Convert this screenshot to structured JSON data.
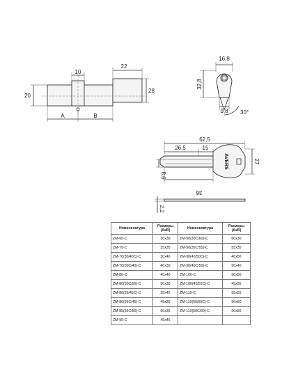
{
  "dimensions": {
    "cyl_10": "10",
    "cyl_22": "22",
    "cyl_28": "28",
    "cyl_20": "20",
    "cyl_a": "A",
    "cyl_b": "B",
    "side_16_8": "16,8",
    "side_32_8": "32,8",
    "side_9_8": "9,8",
    "side_angle": "30°",
    "key_62_5": "62,5",
    "key_26_5": "26,5",
    "key_15": "15",
    "key_27": "27",
    "key_8_6": "8,6",
    "key_36": "36",
    "key_2_2": "2,2",
    "key_brand": "AVERS"
  },
  "table": {
    "headers": [
      "Номенклатура",
      "Размеры (АхВ)",
      "Номенклатура",
      "Размеры (АхВ)"
    ],
    "rows": [
      [
        "ZM-60-C",
        "30x30",
        "ZM-90(30C/60)-C",
        "60x30"
      ],
      [
        "ZM-70-C",
        "35x35",
        "ZM-90(35C/55)-C",
        "55x35"
      ],
      [
        "ZM-70(30/40C)-C",
        "30x40",
        "ZM-90(40/50C)-C",
        "40x50"
      ],
      [
        "ZM-70(30C/40)-C",
        "40x30",
        "ZM-90(40C/50)-C",
        "50x40"
      ],
      [
        "ZM-80-C",
        "40x40",
        "ZM-100-C",
        "50x50"
      ],
      [
        "ZM-80(30C/50)-C",
        "50x30",
        "ZM-100(45/55C)-C",
        "45x55"
      ],
      [
        "ZM-80(35/45C)-C",
        "35x45",
        "ZM-110-C",
        "55x55"
      ],
      [
        "ZM-80(35C/45)-C",
        "45x35",
        "ZM-110(50/60C)-C",
        "50x60"
      ],
      [
        "ZM-85(35C/50)-C",
        "50x35",
        "ZM-110(50C/60)-C",
        "60x50"
      ],
      [
        "ZM-90-C",
        "45x45",
        "",
        ""
      ]
    ]
  }
}
